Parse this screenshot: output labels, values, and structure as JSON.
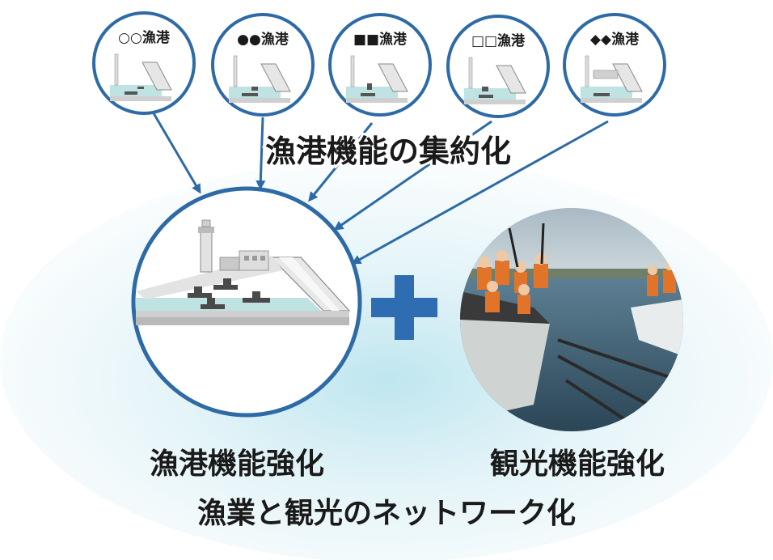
{
  "small_ports": [
    {
      "label": "○○漁港"
    },
    {
      "label": "●●漁港"
    },
    {
      "label": "■■漁港"
    },
    {
      "label": "□□漁港"
    },
    {
      "label": "◆◆漁港"
    }
  ],
  "consolidation_label": "漁港機能の集約化",
  "fishing_label": "漁港機能強化",
  "tourism_label": "観光機能強化",
  "network_label": "漁業と観光のネットワーク化",
  "colors": {
    "ring": "#2d6aa6",
    "plus": "#2f6db2",
    "water": "#bfe3e3",
    "glow": "#d6eef5",
    "text": "#1a1a1a"
  }
}
